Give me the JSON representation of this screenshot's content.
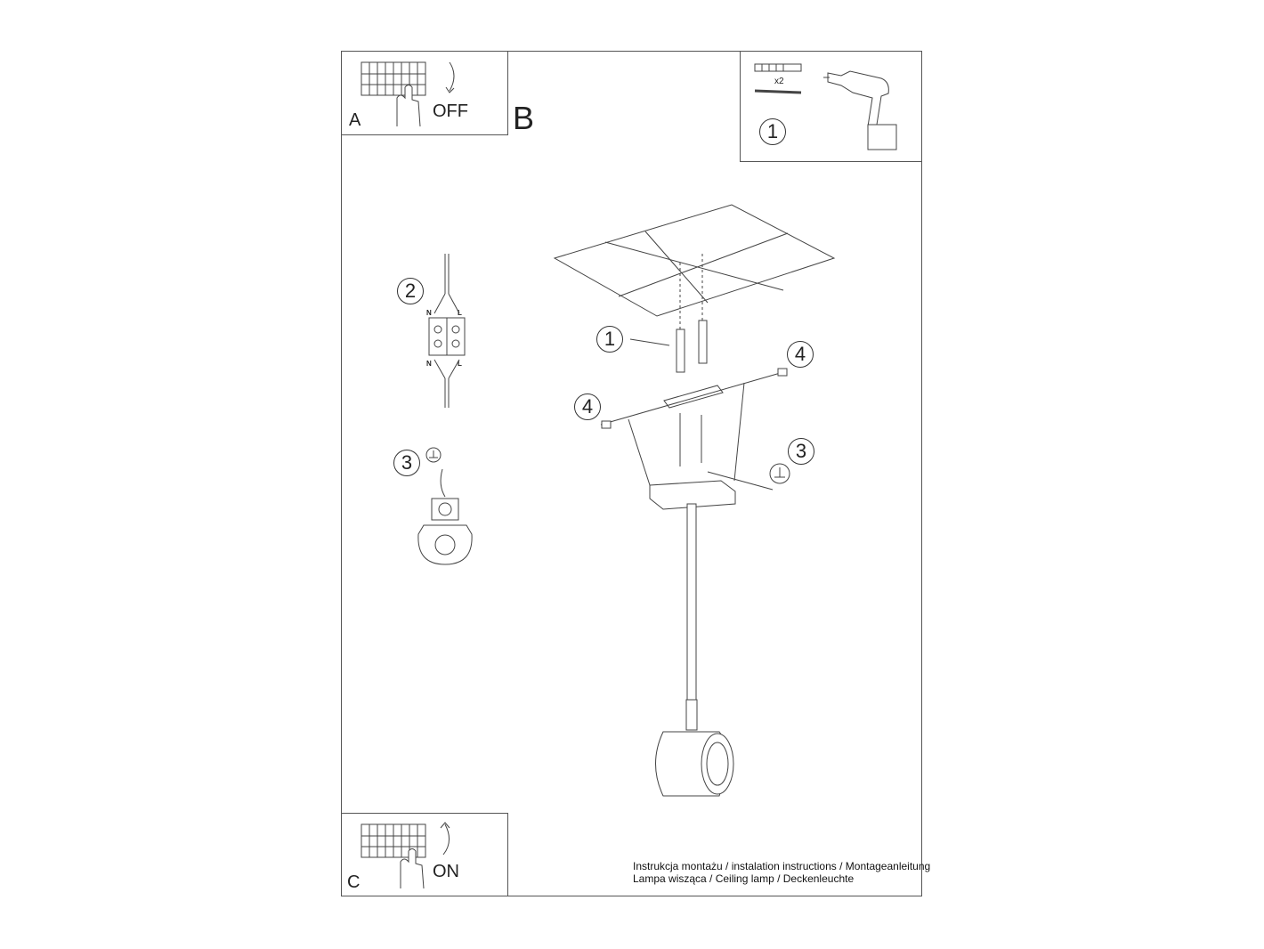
{
  "panels": {
    "a": {
      "letter": "A",
      "action": "OFF"
    },
    "b": {
      "letter": "B"
    },
    "c": {
      "letter": "C",
      "action": "ON"
    }
  },
  "tools": {
    "step": "1",
    "count": "x2"
  },
  "steps": {
    "mount_screws": "1",
    "wiring": "2",
    "earth_left": "3",
    "earth_right": "3",
    "side_screw_right": "4",
    "side_screw_left": "4"
  },
  "terminal_labels": {
    "n_top": "N",
    "l_top": "L",
    "n_bottom": "N",
    "l_bottom": "L"
  },
  "footer": {
    "line1": "Instrukcja montażu / instalation instructions / Montageanleitung",
    "line2": "Lampa wisząca / Ceiling lamp / Deckenleuchte"
  }
}
